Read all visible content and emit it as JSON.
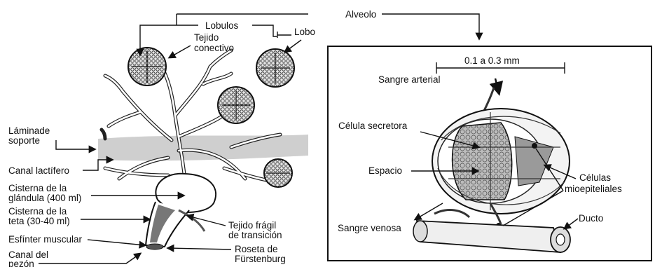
{
  "labels": {
    "alveolo": "Alveolo",
    "lobulos": "Lobulos",
    "lobo": "Lobo",
    "tejido_conectivo": [
      "Tejido",
      "conectivo"
    ],
    "laminade_soporte": [
      "Láminade",
      "soporte"
    ],
    "canal_lactifero": "Canal lactífero",
    "cisterna_glandula": [
      "Cisterna de la",
      "glándula (400 ml)"
    ],
    "cisterna_teta": [
      "Cisterna de la",
      "teta (30-40 ml)"
    ],
    "esfinter": "Esfínter muscular",
    "canal_pezon": [
      "Canal del",
      "pezón"
    ],
    "tejido_fragil": [
      "Tejido frágil",
      "de transición"
    ],
    "roseta": [
      "Roseta de",
      "Fürstenburg"
    ]
  },
  "inset": {
    "scale": "0.1 a 0.3 mm",
    "sangre_arterial": "Sangre arterial",
    "celula_secretora": "Célula secretora",
    "espacio": "Espacio",
    "celulas_mio": [
      "Células",
      "mioepiteliales"
    ],
    "sangre_venosa": "Sangre venosa",
    "ducto": "Ducto"
  }
}
